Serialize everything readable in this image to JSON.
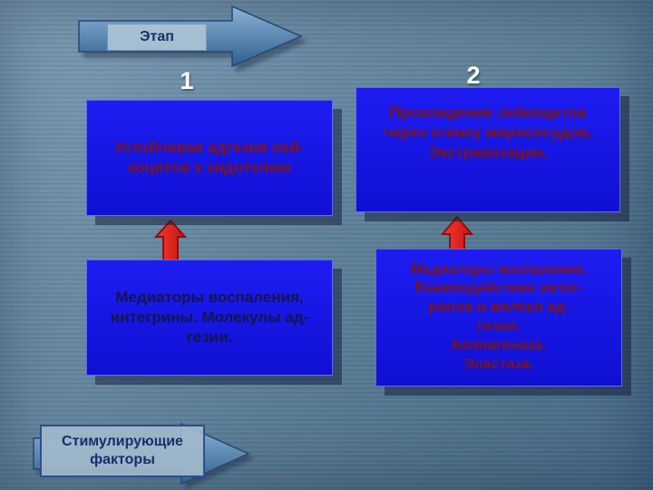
{
  "slide": {
    "stage_label": "Этап",
    "step_1": "1",
    "step_2": "2",
    "boxes": {
      "top_left": "Устойчивая  адгезия лей-\nкоцитов к эндотелию",
      "top_right": "Прохождение лейкоцитов\nчерез стенку мирососудов.\nЭкстравазация.",
      "bottom_left": "Медиаторы воспаления,\nинтегрины. Молекулы ад-\nгезии.",
      "bottom_right": "Медиаторы воспаления.\nВзаимодействие интег-\nринов и молекл ад-\nгезии.\nКоллагеназа.\nЭластаза."
    },
    "stimulating_label": "Стимулирующие\nфакторы"
  },
  "icons": {
    "stage_arrow": "right-arrow",
    "stimulating_arrow": "right-arrow",
    "flow_up_arrows": "up-arrow"
  },
  "colors": {
    "background_steel_blue": "#5b7e97",
    "box_fill_blue": "#1515e0",
    "box_shadow_navy": "#101a38",
    "maroon_text": "#7d1414",
    "navy_text": "#15154a",
    "label_text_navy": "#1a2f66",
    "step_number_white": "#ffffff",
    "up_arrow_red": "#e62222",
    "arrow_blue": "#3a6a9c"
  }
}
